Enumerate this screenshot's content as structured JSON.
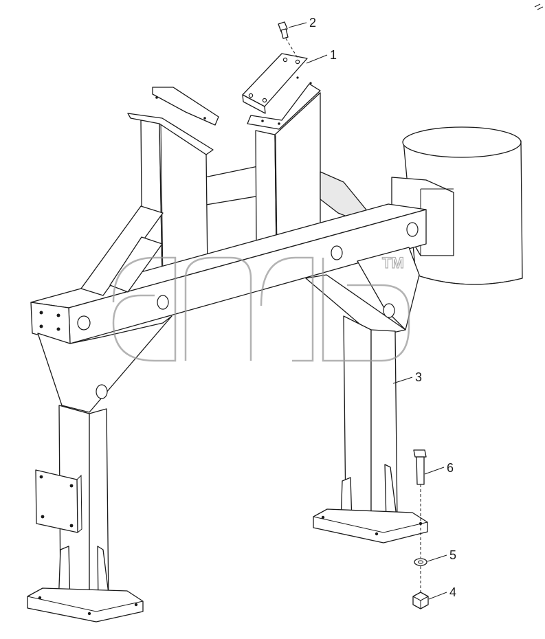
{
  "diagram": {
    "callouts": [
      {
        "id": "1",
        "label": "1"
      },
      {
        "id": "2",
        "label": "2"
      },
      {
        "id": "3",
        "label": "3"
      },
      {
        "id": "4",
        "label": "4"
      },
      {
        "id": "5",
        "label": "5"
      },
      {
        "id": "6",
        "label": "6"
      }
    ],
    "watermark": {
      "trademark": "TM"
    }
  }
}
